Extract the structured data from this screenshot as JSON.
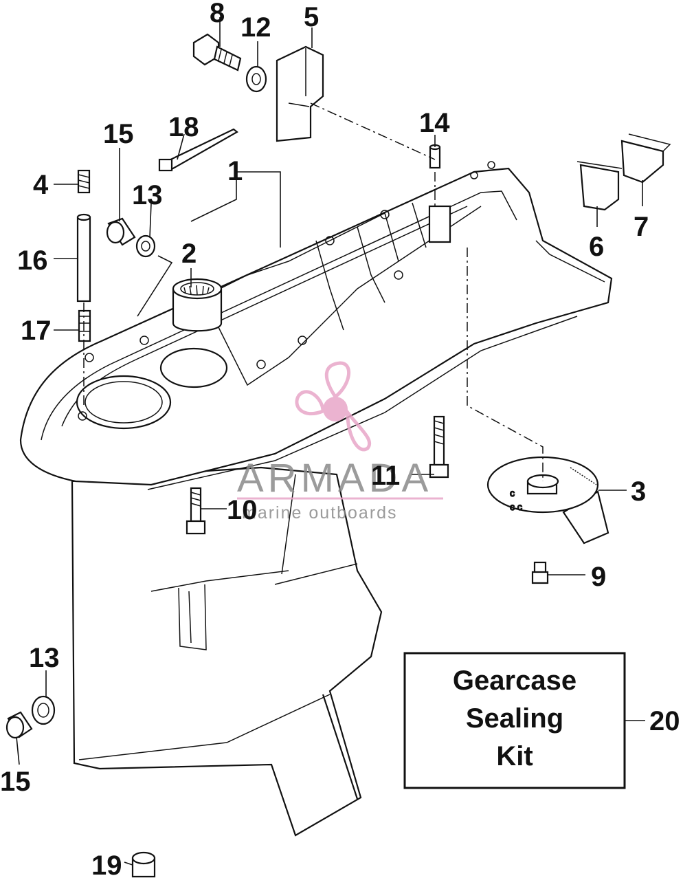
{
  "callouts": {
    "c1": "1",
    "c2": "2",
    "c3": "3",
    "c4": "4",
    "c5": "5",
    "c6": "6",
    "c7": "7",
    "c8": "8",
    "c9": "9",
    "c10": "10",
    "c11": "11",
    "c12": "12",
    "c13_top": "13",
    "c13_bottom": "13",
    "c14": "14",
    "c15_top": "15",
    "c15_bottom": "15",
    "c16": "16",
    "c17": "17",
    "c18": "18",
    "c19": "19",
    "c20": "20"
  },
  "kit_box": {
    "line1": "Gearcase",
    "line2": "Sealing",
    "line3": "Kit"
  },
  "watermark": {
    "brand": "ARMADA",
    "tagline": "marine outboards",
    "logo_color": "#e8a6c8",
    "text_color": "#8a8a8a"
  }
}
